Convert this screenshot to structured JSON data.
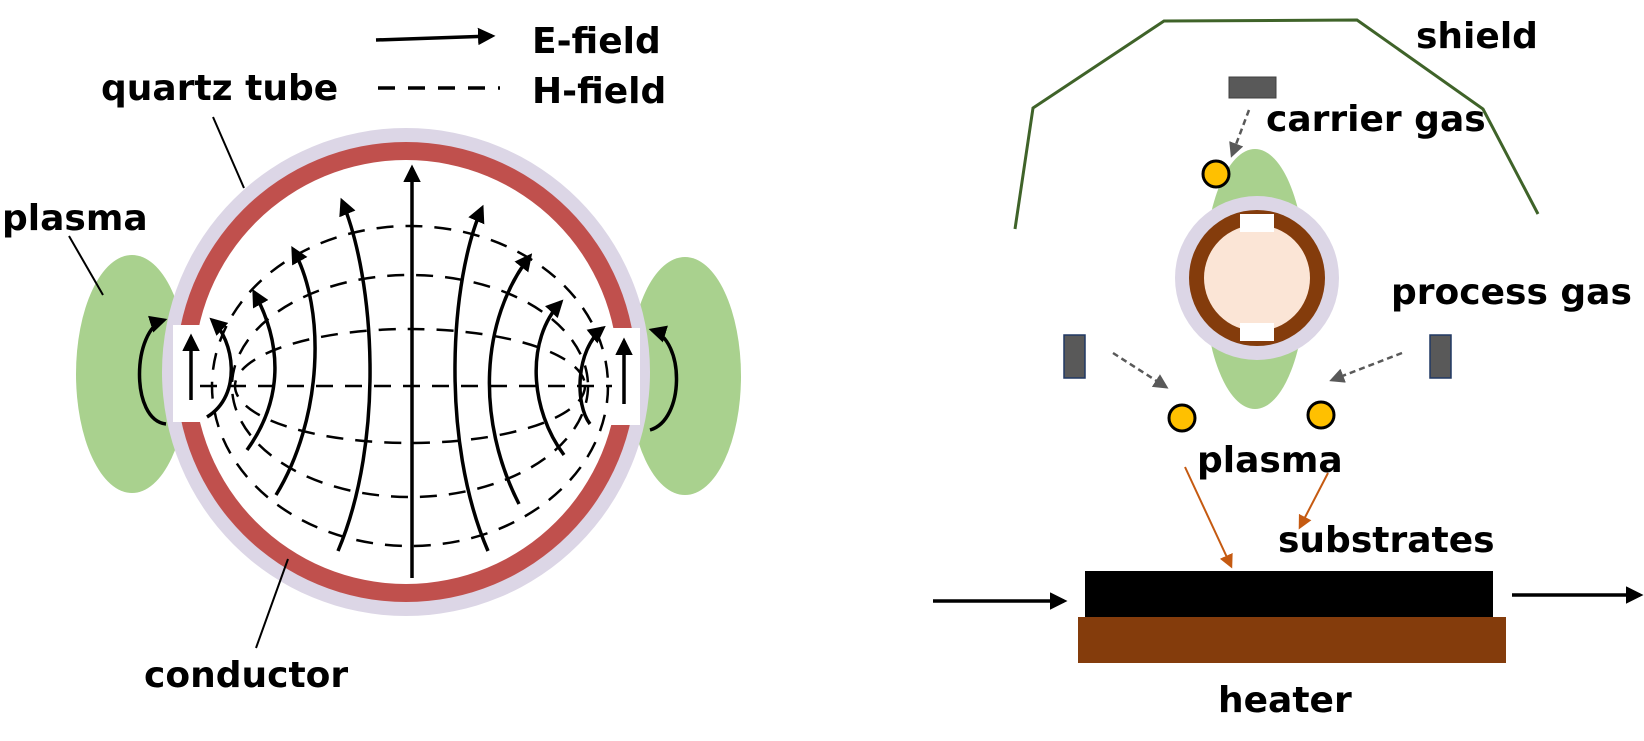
{
  "left_diagram": {
    "legend": {
      "e_field_label": "E-field",
      "h_field_label": "H-field"
    },
    "labels": {
      "quartz_tube": "quartz tube",
      "plasma": "plasma",
      "conductor": "conductor"
    }
  },
  "right_diagram": {
    "labels": {
      "shield": "shield",
      "carrier_gas": "carrier gas",
      "process_gas": "process gas",
      "plasma": "plasma",
      "substrates": "substrates",
      "heater": "heater"
    }
  },
  "colors": {
    "quartz": "#dcd6e6",
    "conductor": "#c0504d",
    "plasma": "#a9d18e",
    "shield_line": "#3f6329",
    "gas_inlet": "#595959",
    "particle_fill": "#ffc000",
    "inner_conductor": "#843c0c",
    "inner_core": "#fbe5d6",
    "heater": "#843c0c",
    "substrate": "#000000",
    "orange_arrow": "#c55a11"
  }
}
